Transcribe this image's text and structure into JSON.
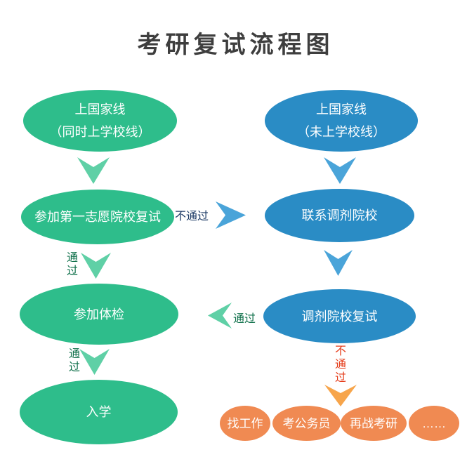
{
  "title": "考研复试流程图",
  "colors": {
    "green_node": "#2ebd8b",
    "green_arrow": "#5fd0a6",
    "blue_node": "#2a8cc5",
    "blue_arrow": "#4aa4d9",
    "orange_node": "#f08a52",
    "orange_arrow": "#f7a54b",
    "pass_label": "#0d6f49",
    "fail_label_navy": "#1c3a66",
    "fail_label_red": "#e53c1a",
    "title_text": "#3e3e3e"
  },
  "left_branch": {
    "node1": {
      "line1": "上国家线",
      "line2": "（同时上学校线）"
    },
    "node2": {
      "label": "参加第一志愿院校复试"
    },
    "node3": {
      "label": "参加体检"
    },
    "node4": {
      "label": "入学"
    },
    "edge_2_3_label": "通过",
    "edge_3_4_label": "通过"
  },
  "right_branch": {
    "node1": {
      "line1": "上国家线",
      "line2": "（未上学校线）"
    },
    "node2": {
      "label": "联系调剂院校"
    },
    "node3": {
      "label": "调剂院校复试"
    }
  },
  "cross_edges": {
    "first_choice_fail": "不通过",
    "transfer_pass": "通过",
    "transfer_fail": "不通过"
  },
  "outcomes": [
    {
      "label": "找工作"
    },
    {
      "label": "考公务员"
    },
    {
      "label": "再战考研"
    },
    {
      "label": "……"
    }
  ]
}
